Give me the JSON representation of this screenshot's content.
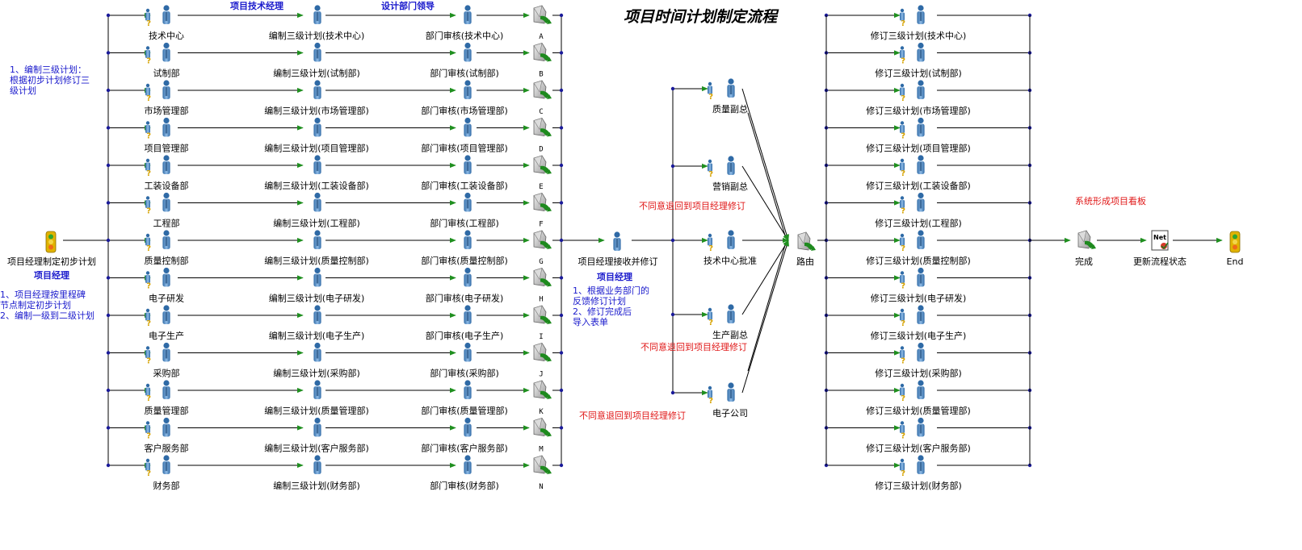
{
  "title": "项目时间计划制定流程",
  "start": {
    "label": "项目经理制定初步计划",
    "role": "项目经理"
  },
  "start_notes": "1、项目经理按里程碑\n节点制定初步计划\n2、编制一级到二级计划",
  "left_note": "1、编制三级计划：\n根据初步计划修订三\n级计划",
  "col_headers": {
    "tech_manager": "项目技术经理",
    "dept_leader": "设计部门领导"
  },
  "departments": [
    {
      "name": "技术中心",
      "plan": "编制三级计划(技术中心)",
      "review": "部门审核(技术中心)",
      "letter": "A",
      "revise": "修订三级计划(技术中心)"
    },
    {
      "name": "试制部",
      "plan": "编制三级计划(试制部)",
      "review": "部门审核(试制部)",
      "letter": "B",
      "revise": "修订三级计划(试制部)"
    },
    {
      "name": "市场管理部",
      "plan": "编制三级计划(市场管理部)",
      "review": "部门审核(市场管理部)",
      "letter": "C",
      "revise": "修订三级计划(市场管理部)"
    },
    {
      "name": "项目管理部",
      "plan": "编制三级计划(项目管理部)",
      "review": "部门审核(项目管理部)",
      "letter": "D",
      "revise": "修订三级计划(项目管理部)"
    },
    {
      "name": "工装设备部",
      "plan": "编制三级计划(工装设备部)",
      "review": "部门审核(工装设备部)",
      "letter": "E",
      "revise": "修订三级计划(工装设备部)"
    },
    {
      "name": "工程部",
      "plan": "编制三级计划(工程部)",
      "review": "部门审核(工程部)",
      "letter": "F",
      "revise": "修订三级计划(工程部)"
    },
    {
      "name": "质量控制部",
      "plan": "编制三级计划(质量控制部)",
      "review": "部门审核(质量控制部)",
      "letter": "G",
      "revise": "修订三级计划(质量控制部)"
    },
    {
      "name": "电子研发",
      "plan": "编制三级计划(电子研发)",
      "review": "部门审核(电子研发)",
      "letter": "H",
      "revise": "修订三级计划(电子研发)"
    },
    {
      "name": "电子生产",
      "plan": "编制三级计划(电子生产)",
      "review": "部门审核(电子生产)",
      "letter": "I",
      "revise": "修订三级计划(电子生产)"
    },
    {
      "name": "采购部",
      "plan": "编制三级计划(采购部)",
      "review": "部门审核(采购部)",
      "letter": "J",
      "revise": "修订三级计划(采购部)"
    },
    {
      "name": "质量管理部",
      "plan": "编制三级计划(质量管理部)",
      "review": "部门审核(质量管理部)",
      "letter": "K",
      "revise": "修订三级计划(质量管理部)"
    },
    {
      "name": "客户服务部",
      "plan": "编制三级计划(客户服务部)",
      "review": "部门审核(客户服务部)",
      "letter": "M",
      "revise": "修订三级计划(客户服务部)"
    },
    {
      "name": "财务部",
      "plan": "编制三级计划(财务部)",
      "review": "部门审核(财务部)",
      "letter": "N",
      "revise": "修订三级计划(财务部)"
    }
  ],
  "pm_receive": {
    "label": "项目经理接收并修订",
    "role": "项目经理",
    "notes": "1、根据业务部门的\n反馈修订计划\n2、修订完成后\n导入表单"
  },
  "approvers": [
    "质量副总",
    "营销副总",
    "技术中心批准",
    "生产副总",
    "电子公司"
  ],
  "reject_labels": [
    "不同意退回到项目经理修订",
    "不同意退回到项目经理修订",
    "不同意退回到项目经理修订"
  ],
  "route": "路由",
  "board_label": "系统形成项目看板",
  "complete": "完成",
  "update_status": "更新流程状态",
  "net_badge": "Net",
  "end": "End",
  "colors": {
    "line": "#000000",
    "arrow": "#1f8f1f",
    "dot": "#1a1a99",
    "person": "#3a79b8",
    "text_blue": "#1a1acc",
    "text_red": "#e01818"
  }
}
